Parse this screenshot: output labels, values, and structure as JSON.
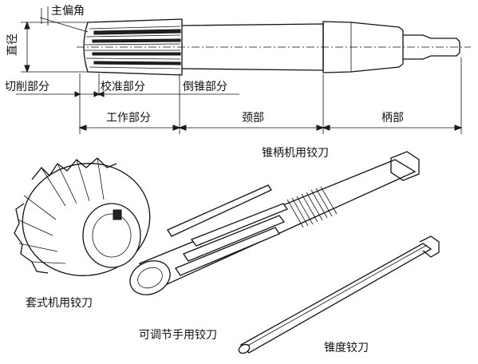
{
  "top_reamer": {
    "label_lead_angle": "主偏角",
    "label_diameter": "直径",
    "label_cutting_part": "切削部分",
    "label_calibrating_part": "校准部分",
    "label_back_taper_part": "倒锥部分",
    "label_working_part": "工作部分",
    "label_neck": "颈部",
    "label_shank": "柄部",
    "caption": "锥柄机用铰刀"
  },
  "bottom_tools": {
    "shell_reamer_caption": "套式机用铰刀",
    "adjustable_reamer_caption": "可调节手用铰刀",
    "taper_reamer_caption": "锥度铰刀"
  }
}
